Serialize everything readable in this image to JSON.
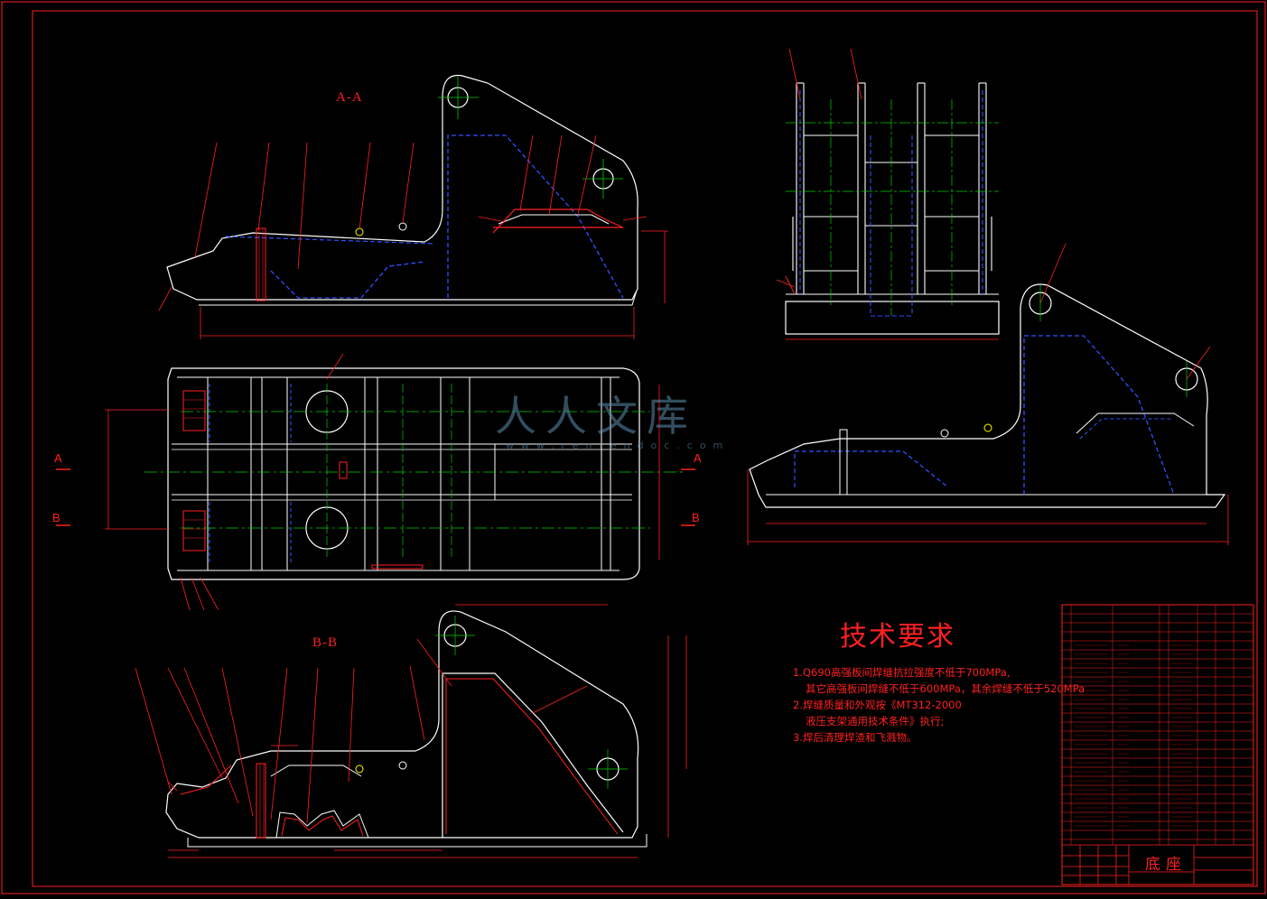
{
  "views": {
    "section_a": "A-A",
    "section_b": "B-B"
  },
  "section_marks": {
    "a_left": "A",
    "a_right": "A",
    "b_left": "B",
    "b_right": "B"
  },
  "tech_requirements": {
    "heading": "技术要求",
    "lines": [
      "1.Q690高强板间焊缝抗拉强度不低于700MPa,",
      "其它高强板间焊缝不低于600MPa，其余焊缝不低于520MPa",
      "2.焊缝质量和外观按《MT312-2000",
      "液压支架通用技术条件》执行;",
      "3.焊后清理焊渣和飞溅物。"
    ]
  },
  "watermark": {
    "text": "人人文库",
    "url": "www.renrendoc.com"
  },
  "title_block": {
    "part_name": "底座"
  },
  "colors": {
    "background": "#000000",
    "outline": "#ffffff",
    "annotation": "#ff2020",
    "hidden": "#3050ff",
    "centerline": "#00d000"
  }
}
